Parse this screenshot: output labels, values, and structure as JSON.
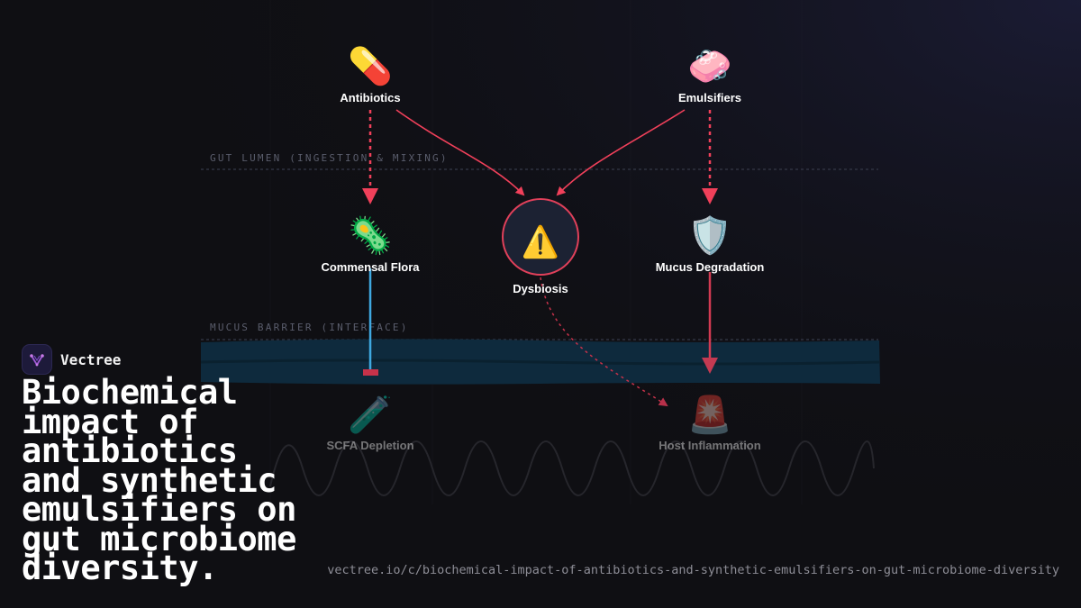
{
  "brand": {
    "name": "Vectree"
  },
  "title": "Biochemical impact of antibiotics and synthetic emulsifiers on gut microbiome diversity.",
  "url": "vectree.io/c/biochemical-impact-of-antibiotics-and-synthetic-emulsifiers-on-gut-microbiome-diversity",
  "zones": {
    "lumen": "GUT LUMEN (INGESTION & MIXING)",
    "mucus": "MUCUS BARRIER (INTERFACE)"
  },
  "nodes": {
    "antibiotics": {
      "label": "Antibiotics",
      "icon": "💊",
      "icon_name": "pill-icon"
    },
    "emulsifiers": {
      "label": "Emulsifiers",
      "icon": "🧼",
      "icon_name": "soap-icon"
    },
    "flora": {
      "label": "Commensal Flora",
      "icon": "🦠",
      "icon_name": "microbe-icon"
    },
    "dysbiosis": {
      "label": "Dysbiosis",
      "icon": "⚠️",
      "icon_name": "warning-icon"
    },
    "mucus": {
      "label": "Mucus Degradation",
      "icon": "🛡️",
      "icon_name": "shield-icon"
    },
    "scfa": {
      "label": "SCFA Depletion",
      "icon": "🧪",
      "icon_name": "test-tube-icon"
    },
    "inflammation": {
      "label": "Host Inflammation",
      "icon": "🚨",
      "icon_name": "siren-icon"
    }
  },
  "colors": {
    "background": "#0f0f13",
    "accent_red": "#f0405a",
    "accent_blue": "#3fa8e0",
    "zone_label": "#5a5d6c",
    "barrier": "#0d2b3d"
  }
}
